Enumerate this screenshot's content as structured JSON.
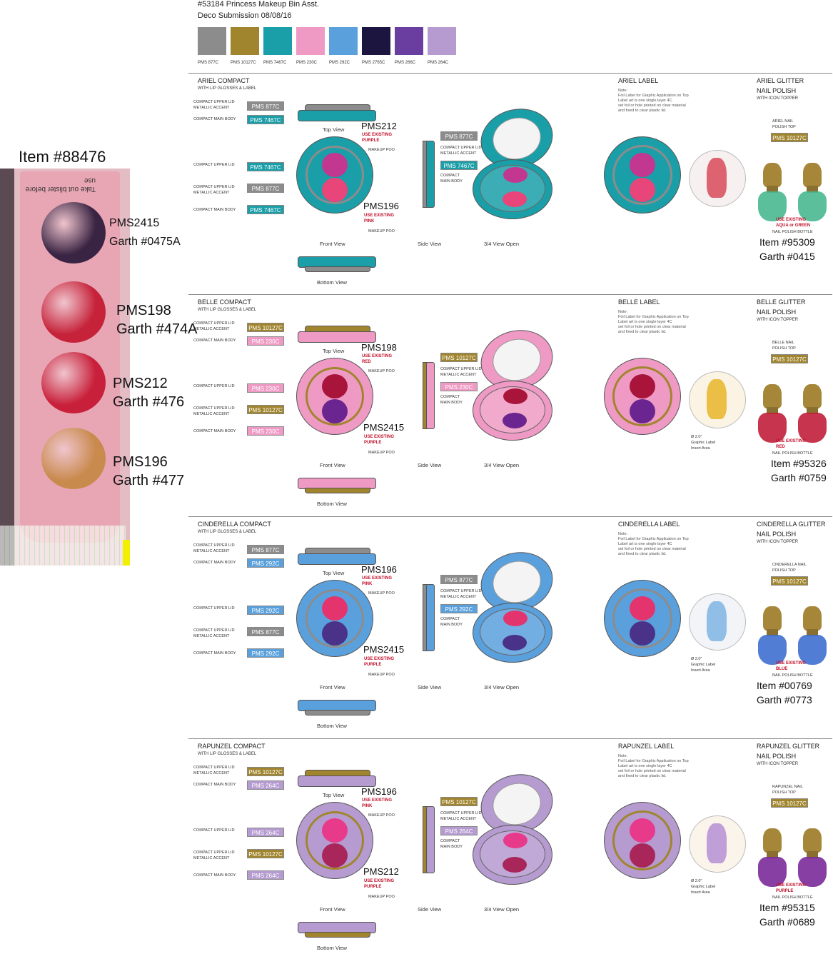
{
  "header": {
    "line1": "#53184 Princess Makeup Bin Asst.",
    "line2": "Deco Submission 08/08/16"
  },
  "palette": [
    {
      "label": "PMS 877C",
      "color": "#8c8c8c"
    },
    {
      "label": "PMS 10127C",
      "color": "#a0852e"
    },
    {
      "label": "PMS 7467C",
      "color": "#1a9fa8"
    },
    {
      "label": "PMS 230C",
      "color": "#ef9ac4"
    },
    {
      "label": "PMS 292C",
      "color": "#5aa0dc"
    },
    {
      "label": "PMS 2765C",
      "color": "#1c1540"
    },
    {
      "label": "PMS 266C",
      "color": "#6a3ea0"
    },
    {
      "label": "PMS 264C",
      "color": "#b59bd0"
    }
  ],
  "photo": {
    "item_label": "Item #88476",
    "blister_text": "Take out blister before use",
    "rows": [
      {
        "pms": "PMS2415",
        "garth": "Garth #0475A",
        "color": "#3a2443"
      },
      {
        "pms": "PMS198",
        "garth": "Garth #474A",
        "color": "#c6233a"
      },
      {
        "pms": "PMS212",
        "garth": "Garth #476",
        "color": "#c8203a"
      },
      {
        "pms": "PMS196",
        "garth": "Garth #477",
        "color": "#c98a4d"
      }
    ]
  },
  "common": {
    "with_lip": "WITH LIP GLOSSES & LABEL",
    "upper_lid_accent1": "COMPACT UPPER LID",
    "upper_lid_accent2": "METALLIC ACCENT",
    "main_body": "COMPACT MAIN BODY",
    "upper_lid": "COMPACT UPPER LID",
    "top_view": "Top View",
    "front_view": "Front View",
    "side_view": "Side View",
    "open_view": "3/4  View Open",
    "bottom_view": "Bottom View",
    "makeup_poo": "MAKEUP POO",
    "compact_main1": "COMPACT",
    "compact_main2": "MAIN BODY",
    "with_topper": "WITH ICON TOPPER",
    "nail_bottle": "NAIL POLISH BOTTLE",
    "nail_polish": "NAIL POLISH",
    "label_insert1": "Ø 2.0\"",
    "label_insert2": "Graphic Label",
    "label_insert3": "Insert Area",
    "note_title": "Note:",
    "note_body": "Foil Label for Graphic Application on Top\nLabel art is one single layer 4C\nset foil or hole printed on clear material\nand fixed to clear plastic lid."
  },
  "sections": [
    {
      "title": "ARIEL COMPACT",
      "label_title": "ARIEL LABEL",
      "glitter_title": "ARIEL GLITTER",
      "nail_top1": "ARIEL NAIL",
      "nail_top2": "POLISH TOP",
      "nail_top_tag": "PMS 10127C",
      "use_existing1": "USE EXISTING",
      "use_existing2": "AQUA or GREEN",
      "item": "Item #95309",
      "garth": "Garth #0415",
      "accent_tag": "PMS 877C",
      "body_tag": "PMS 7467C",
      "front_tags": [
        "PMS 7467C",
        "PMS 877C",
        "PMS 7467C"
      ],
      "side_tags": [
        "PMS 877C",
        "PMS 7467C"
      ],
      "call1": "PMS212",
      "call1_sub1": "USE EXISTING",
      "call1_sub2": "PURPLE",
      "call2": "PMS196",
      "call2_sub1": "USE EXISTING",
      "call2_sub2": "PINK",
      "body_color": "#1a9fa8",
      "accent_color": "#8c8c8c",
      "accent_tag_color": "#8c8c8c",
      "body_tag_color": "#1a9fa8",
      "gloss1": "#c2378f",
      "gloss2": "#e8457a",
      "bottle": "#49b890",
      "label_bg": "#f7f0f0",
      "label_fig": "#d94a5a",
      "show_insert": false
    },
    {
      "title": "BELLE COMPACT",
      "label_title": "BELLE  LABEL",
      "glitter_title": "BELLE GLITTER",
      "nail_top1": "BELLE NAIL",
      "nail_top2": "POLISH TOP",
      "nail_top_tag": "PMS 10127C",
      "use_existing1": "USE EXISTING",
      "use_existing2": "RED",
      "item": "Item #95326",
      "garth": "Garth #0759",
      "accent_tag": "PMS 10127C",
      "body_tag": "PMS 230C",
      "front_tags": [
        "PMS 230C",
        "PMS 10127C",
        "PMS 230C"
      ],
      "side_tags": [
        "PMS 10127C",
        "PMS 230C"
      ],
      "call1": "PMS198",
      "call1_sub1": "USE EXISTING",
      "call1_sub2": "RED",
      "call2": "PMS2415",
      "call2_sub1": "USE EXISTING",
      "call2_sub2": "PURPLE",
      "body_color": "#ef9ac4",
      "accent_color": "#a0852e",
      "accent_tag_color": "#a0852e",
      "body_tag_color": "#ef9ac4",
      "gloss1": "#a8143a",
      "gloss2": "#6a2590",
      "bottle": "#c01f3a",
      "label_bg": "#fbf4e4",
      "label_fig": "#e8b52a",
      "show_insert": true
    },
    {
      "title": "CINDERELLA COMPACT",
      "label_title": "CINDERELLA LABEL",
      "glitter_title": "CINDERELLA GLITTER",
      "nail_top1": "CINDERELLA NAIL",
      "nail_top2": "POLISH TOP",
      "nail_top_tag": "PMS 10127C",
      "use_existing1": "USE EXISTING",
      "use_existing2": "BLUE",
      "item": "Item #00769",
      "garth": "Garth #0773",
      "accent_tag": "PMS 877C",
      "body_tag": "PMS 292C",
      "front_tags": [
        "PMS 292C",
        "PMS 877C",
        "PMS 292C"
      ],
      "side_tags": [
        "PMS 877C",
        "PMS 292C"
      ],
      "call1": "PMS196",
      "call1_sub1": "USE EXISTING",
      "call1_sub2": "PINK",
      "call2": "PMS2415",
      "call2_sub1": "USE EXISTING",
      "call2_sub2": "PURPLE",
      "body_color": "#5aa0dc",
      "accent_color": "#8c8c8c",
      "accent_tag_color": "#8c8c8c",
      "body_tag_color": "#5aa0dc",
      "gloss1": "#e4346e",
      "gloss2": "#4a3288",
      "bottle": "#3f6fd0",
      "label_bg": "#f2f4f8",
      "label_fig": "#7fb4e4",
      "show_insert": true
    },
    {
      "title": "RAPUNZEL COMPACT",
      "label_title": "RAPUNZEL LABEL",
      "glitter_title": "RAPUNZEL GLITTER",
      "nail_top1": "RAPUNZEL NAIL",
      "nail_top2": "POLISH TOP",
      "nail_top_tag": "PMS 10127C",
      "use_existing1": "USE EXISTING",
      "use_existing2": "PURPLE",
      "item": "Item #95315",
      "garth": "Garth #0689",
      "accent_tag": "PMS 10127C",
      "body_tag": "PMS 264C",
      "front_tags": [
        "PMS 264C",
        "PMS 10127C",
        "PMS 264C"
      ],
      "side_tags": [
        "PMS 10127C",
        "PMS 264C"
      ],
      "call1": "PMS196",
      "call1_sub1": "USE EXISTING",
      "call1_sub2": "PINK",
      "call2": "PMS212",
      "call2_sub1": "USE EXISTING",
      "call2_sub2": "PURPLE",
      "body_color": "#b59bd0",
      "accent_color": "#a0852e",
      "accent_tag_color": "#a0852e",
      "body_tag_color": "#b59bd0",
      "gloss1": "#e83a8a",
      "gloss2": "#a8265a",
      "bottle": "#7a2a9a",
      "label_bg": "#fbf4ea",
      "label_fig": "#b58ed4",
      "show_insert": true
    }
  ]
}
